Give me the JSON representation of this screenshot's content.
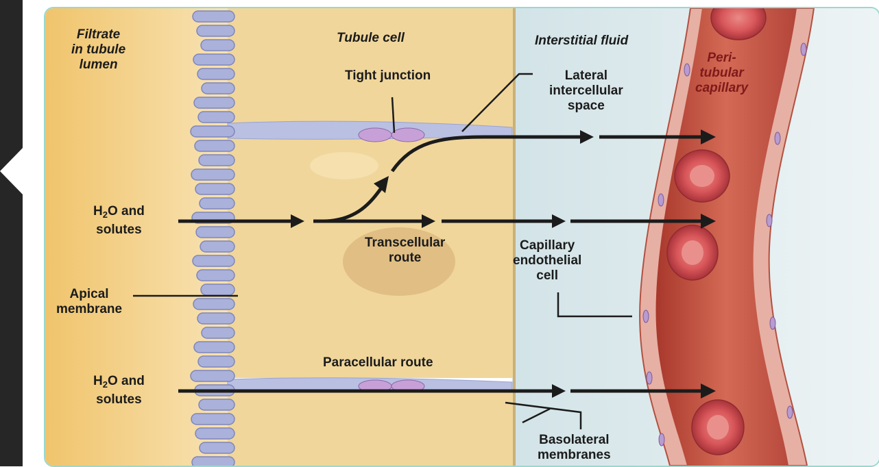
{
  "colors": {
    "lumen": "#f3cc7c",
    "cell": "#f0d69b",
    "membrane": "#a8b0d8",
    "interstitial": "#dde9ec",
    "capillary": "#c8513c",
    "rbc": "#d9575a",
    "arrow": "#1b1b1b",
    "frame": "#9ad8cf",
    "side_bar": "#262626"
  },
  "labels": {
    "filtrate": [
      "Filtrate",
      "in tubule",
      "lumen"
    ],
    "tubule_cell": "Tubule cell",
    "interstitial_fluid": "Interstitial fluid",
    "peritubular": [
      "Peri-",
      "tubular",
      "capillary"
    ],
    "tight_junction": "Tight junction",
    "lateral_space": [
      "Lateral",
      "intercellular",
      "space"
    ],
    "h2o_top": {
      "h": "H",
      "sub": "2",
      "rest": "O and",
      "line2": "solutes"
    },
    "transcellular": [
      "Transcellular",
      "route"
    ],
    "capillary_endothelial": [
      "Capillary",
      "endothelial",
      "cell"
    ],
    "apical": [
      "Apical",
      "membrane"
    ],
    "paracellular": "Paracellular route",
    "h2o_bottom": {
      "h": "H",
      "sub": "2",
      "rest": "O and",
      "line2": "solutes"
    },
    "basolateral": [
      "Basolateral",
      "membranes"
    ]
  }
}
